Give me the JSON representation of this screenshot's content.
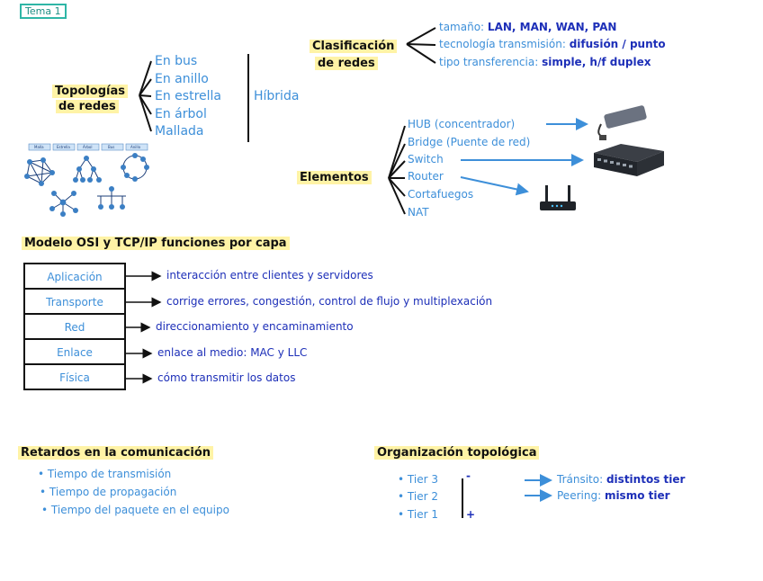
{
  "tag": "Tema 1",
  "topologias": {
    "title_line1": "Topologías",
    "title_line2": "de redes",
    "items": [
      "En bus",
      "En anillo",
      "En estrella",
      "En árbol",
      "Mallada"
    ],
    "hibrida": "Híbrida",
    "thumb_labels": [
      "Malla",
      "Estrella",
      "Árbol",
      "Bus",
      "Anillo"
    ]
  },
  "clasificacion": {
    "title_line1": "Clasificación",
    "title_line2": "de redes",
    "items": [
      {
        "label": "tamaño:",
        "value": "LAN, MAN, WAN, PAN"
      },
      {
        "label": "tecnología transmisión:",
        "value": "difusión / punto"
      },
      {
        "label": "tipo transferencia:",
        "value": "simple, h/f duplex"
      }
    ]
  },
  "elementos": {
    "title": "Elementos",
    "items": [
      "HUB (concentrador)",
      "Bridge (Puente de red)",
      "Switch",
      "Router",
      "Cortafuegos",
      "NAT"
    ]
  },
  "osi": {
    "title": "Modelo OSI y TCP/IP funciones por capa",
    "layers": [
      {
        "name": "Aplicación",
        "desc": "interacción entre clientes y servidores"
      },
      {
        "name": "Transporte",
        "desc": "corrige errores, congestión, control de flujo y multiplexación"
      },
      {
        "name": "Red",
        "desc": "direccionamiento y encaminamiento"
      },
      {
        "name": "Enlace",
        "desc": "enlace al medio: MAC y LLC"
      },
      {
        "name": "Física",
        "desc": "cómo transmitir los datos"
      }
    ]
  },
  "retardos": {
    "title": "Retardos en la comunicación",
    "items": [
      "Tiempo de transmisión",
      "Tiempo de propagación",
      "Tiempo del paquete en el equipo"
    ]
  },
  "organizacion": {
    "title": "Organización topológica",
    "tiers": [
      "Tier 3",
      "Tier 2",
      "Tier 1"
    ],
    "minus": "-",
    "plus": "+",
    "relations": [
      {
        "label": "Tránsito:",
        "value": "distintos tier"
      },
      {
        "label": "Peering:",
        "value": "mismo tier"
      }
    ]
  }
}
